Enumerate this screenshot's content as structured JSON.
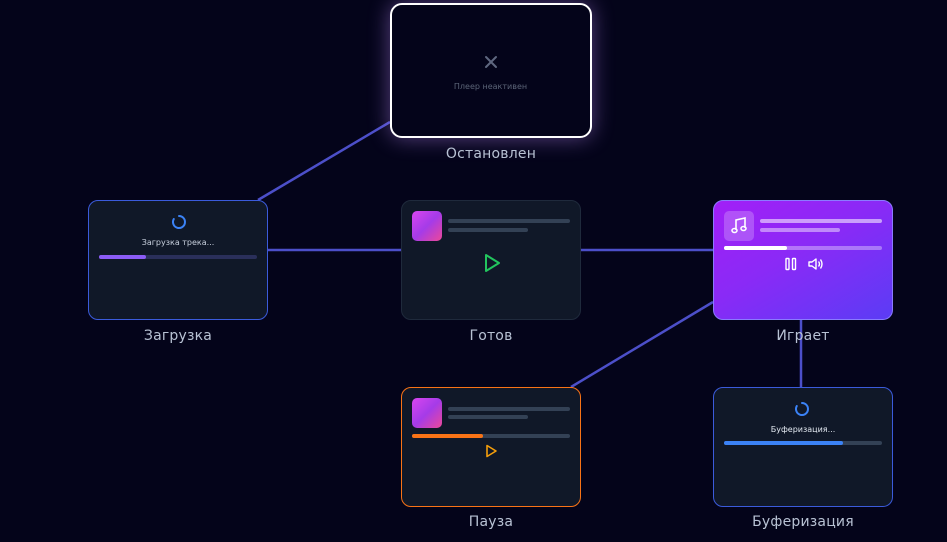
{
  "states": {
    "stopped": {
      "label": "Остановлен",
      "message": "Плеер неактивен",
      "icon": "close-icon"
    },
    "loading": {
      "label": "Загрузка",
      "message": "Загрузка трека...",
      "progress": 0.3,
      "icon": "spinner-icon"
    },
    "ready": {
      "label": "Готов",
      "icon": "play-icon"
    },
    "playing": {
      "label": "Играет",
      "progress": 0.4,
      "icons": [
        "music-note-icon",
        "pause-icon",
        "volume-icon"
      ]
    },
    "paused": {
      "label": "Пауза",
      "progress": 0.45,
      "icon": "play-icon"
    },
    "buffering": {
      "label": "Буферизация",
      "message": "Буферизация...",
      "progress": 0.75,
      "icon": "spinner-icon"
    }
  },
  "colors": {
    "background": "#04041a",
    "edge": "#4c4fc9",
    "stopped_border": "#ffffff",
    "loading_accent": "#8b5cf6",
    "ready_accent": "#22c55e",
    "playing_gradient_start": "#a21ff7",
    "playing_gradient_end": "#5b3cf5",
    "paused_accent": "#f97316",
    "buffering_accent": "#3b82f6"
  }
}
